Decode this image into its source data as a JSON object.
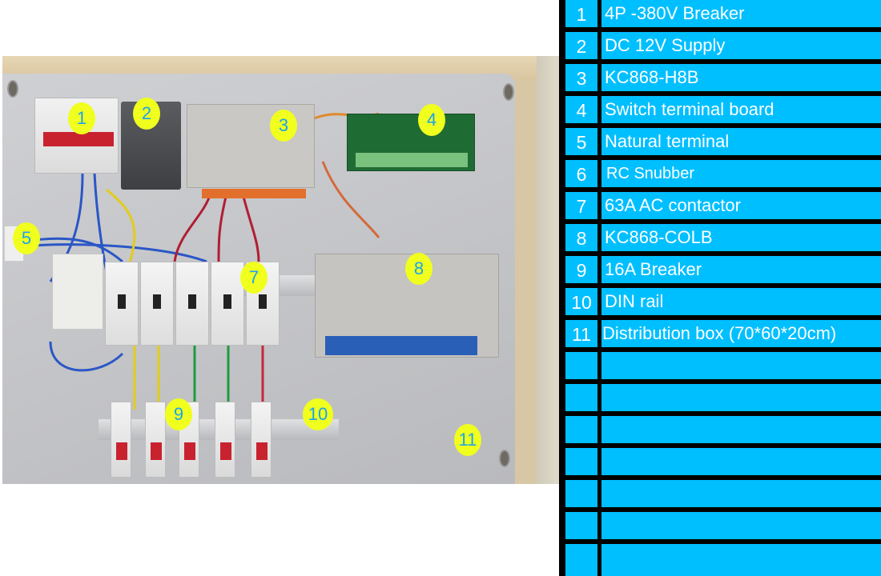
{
  "photo": {
    "description": "Distribution box wiring photo",
    "callouts": [
      "1",
      "2",
      "3",
      "4",
      "5",
      "7",
      "8",
      "9",
      "10",
      "11"
    ]
  },
  "legend": {
    "rows": [
      {
        "num": "1",
        "label": "4P -380V Breaker"
      },
      {
        "num": "2",
        "label": "DC 12V Supply"
      },
      {
        "num": "3",
        "label": "KC868-H8B"
      },
      {
        "num": "4",
        "label": "Switch terminal board"
      },
      {
        "num": "5",
        "label": "Natural terminal"
      },
      {
        "num": "6",
        "label": "RC Snubber"
      },
      {
        "num": "7",
        "label": "63A AC contactor"
      },
      {
        "num": "8",
        "label": "KC868-COLB"
      },
      {
        "num": "9",
        "label": "16A Breaker"
      },
      {
        "num": "10",
        "label": "DIN rail"
      },
      {
        "num": "11",
        "label": "Distribution box (70*60*20cm)"
      },
      {
        "num": "",
        "label": ""
      },
      {
        "num": "",
        "label": ""
      },
      {
        "num": "",
        "label": ""
      },
      {
        "num": "",
        "label": ""
      },
      {
        "num": "",
        "label": ""
      },
      {
        "num": "",
        "label": ""
      },
      {
        "num": "",
        "label": ""
      }
    ]
  },
  "colors": {
    "table_fill": "#00bfff",
    "table_border": "#000000",
    "callout_fill": "#f0ff1e",
    "callout_text": "#1aa3f0"
  }
}
